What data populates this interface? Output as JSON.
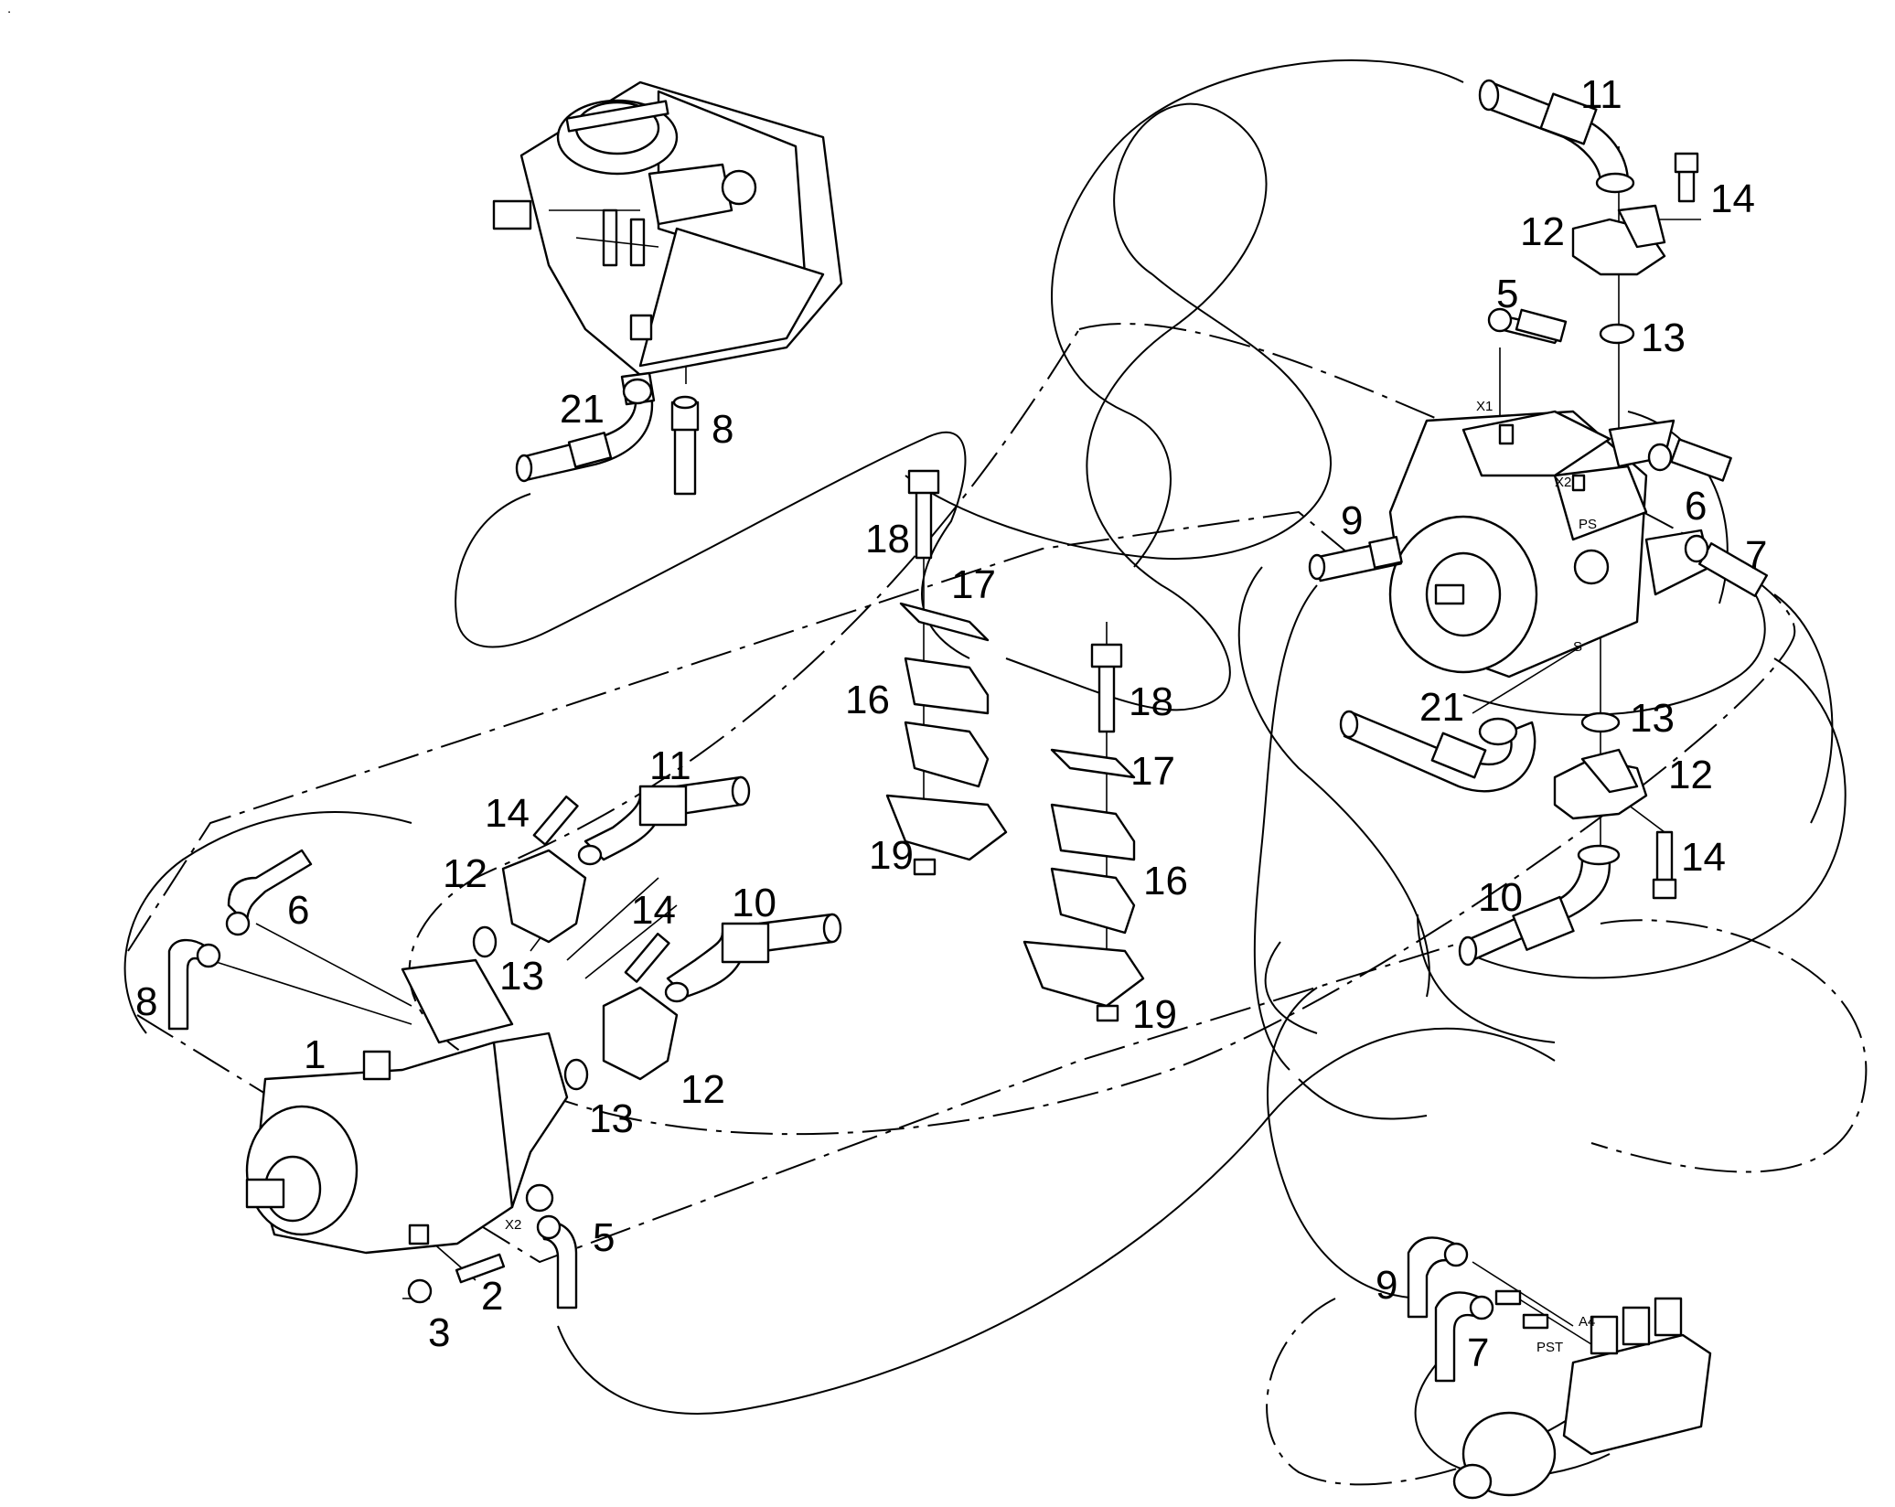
{
  "callouts": [
    "1",
    "2",
    "3",
    "5",
    "6",
    "7",
    "8",
    "9",
    "10",
    "11",
    "12",
    "13",
    "14",
    "16",
    "17",
    "18",
    "19",
    "21"
  ],
  "port_labels": [
    "X1",
    "X2",
    "PS",
    "S",
    "X2",
    "A4",
    "PST"
  ],
  "stray_mark": "."
}
